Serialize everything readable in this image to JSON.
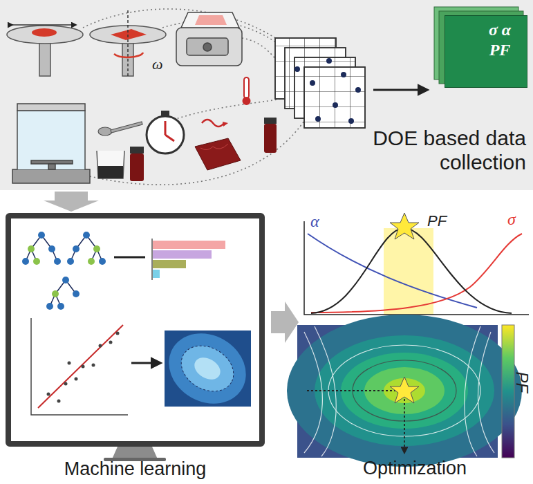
{
  "diagram": {
    "nodes": [
      {
        "text": [
          "DOE based data collection"
        ]
      },
      {
        "text": [
          "σ α PF"
        ],
        "in": 0
      },
      {
        "text": [
          "Machine learning"
        ]
      }
    ],
    "edges": [
      {
        "from": 0,
        "to": 2,
        "arrow": "to"
      }
    ],
    "labels": [
      "ω",
      "α",
      "PF",
      "σ",
      "PF",
      "Optimization"
    ]
  }
}
